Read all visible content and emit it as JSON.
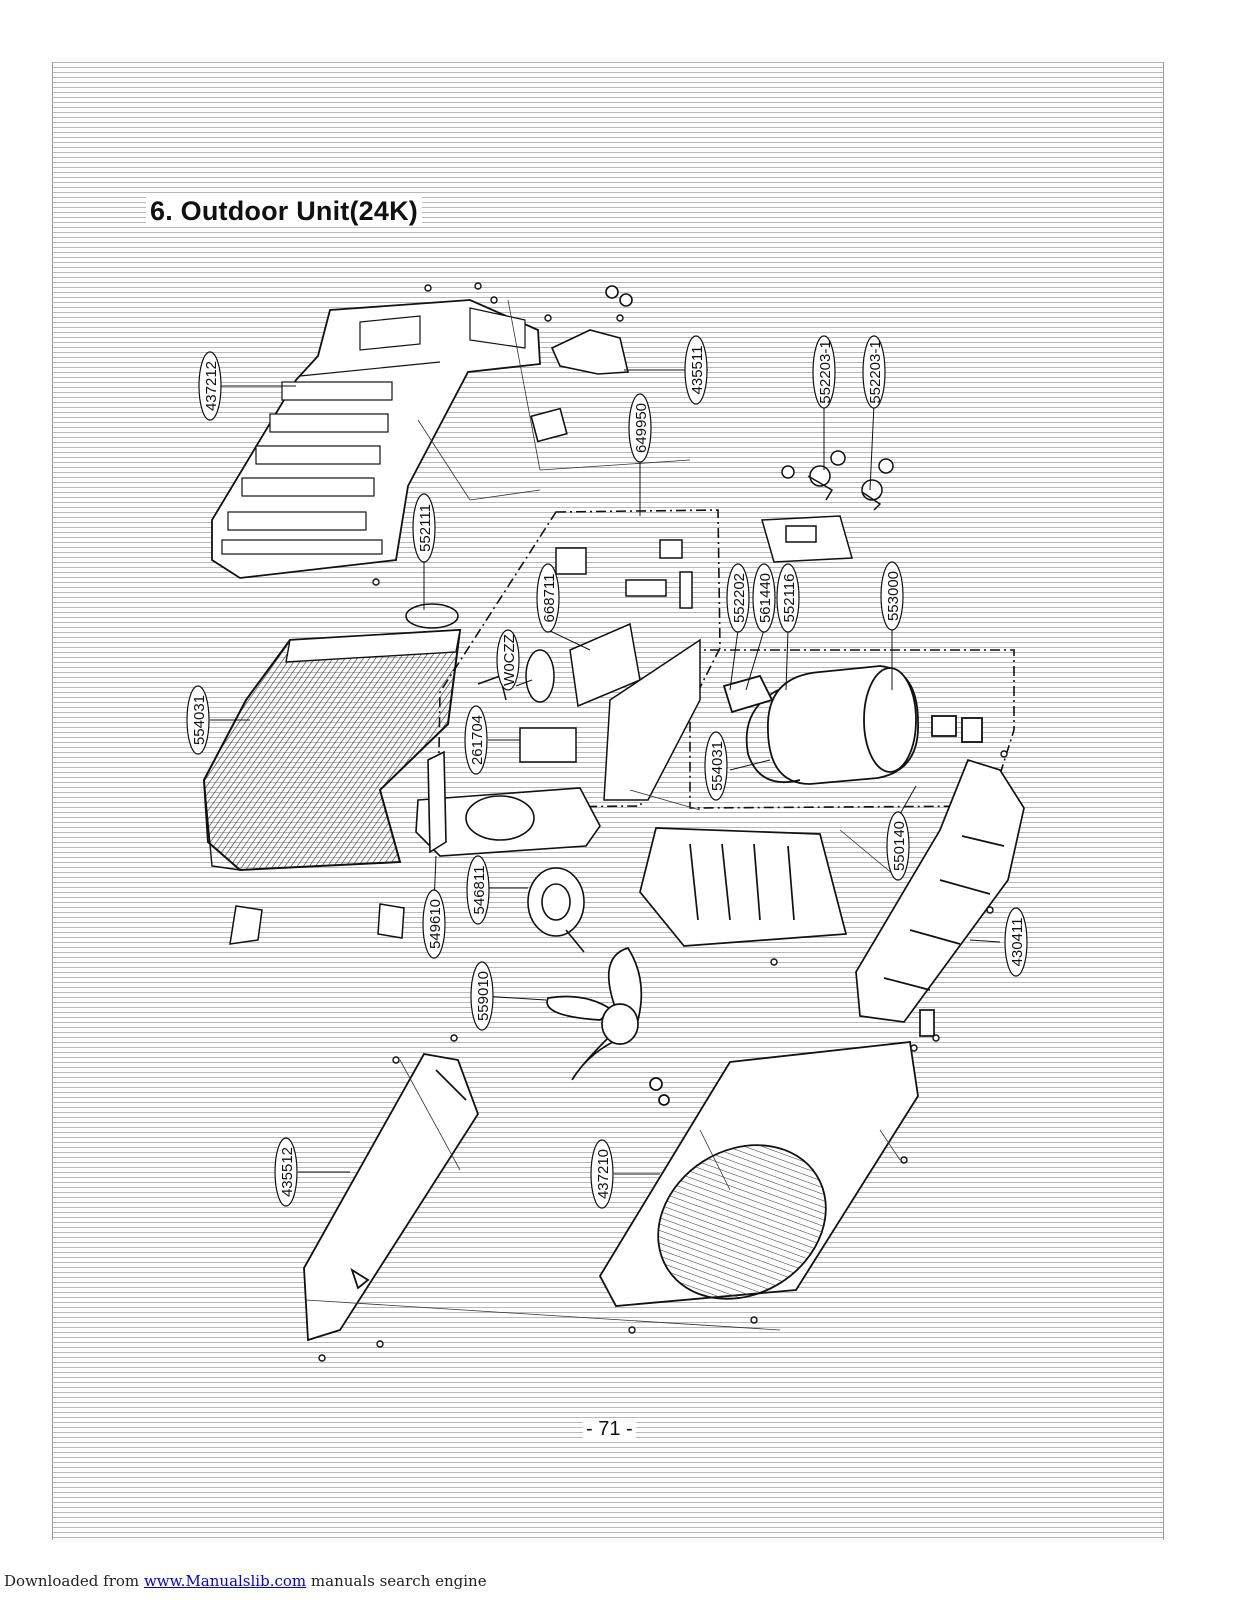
{
  "title": "6. Outdoor Unit(24K)",
  "page_number": "- 71 -",
  "footer": {
    "prefix": "Downloaded from",
    "link": "www.Manualslib.com",
    "suffix": "manuals search engine"
  },
  "parts": [
    {
      "id": "437212"
    },
    {
      "id": "435511"
    },
    {
      "id": "552203-1"
    },
    {
      "id": "552203-1"
    },
    {
      "id": "649950"
    },
    {
      "id": "552111"
    },
    {
      "id": "668711"
    },
    {
      "id": "W0CZZ"
    },
    {
      "id": "552202"
    },
    {
      "id": "561440"
    },
    {
      "id": "552116"
    },
    {
      "id": "553000"
    },
    {
      "id": "554031"
    },
    {
      "id": "261704"
    },
    {
      "id": "554031"
    },
    {
      "id": "550140"
    },
    {
      "id": "546811"
    },
    {
      "id": "549610"
    },
    {
      "id": "430411"
    },
    {
      "id": "559010"
    },
    {
      "id": "435512"
    },
    {
      "id": "437210"
    }
  ]
}
